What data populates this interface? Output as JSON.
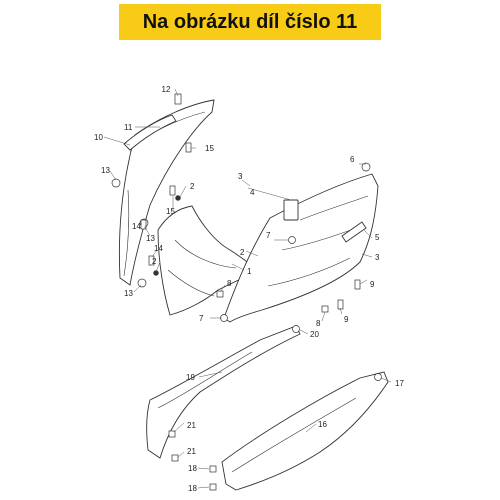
{
  "banner": {
    "text": "Na obrázku díl číslo 11",
    "background_color": "#f7cb16",
    "text_color": "#111111"
  },
  "diagram": {
    "callouts": {
      "c1": "1",
      "c2a": "2",
      "c2b": "2",
      "c3a": "3",
      "c3b": "3",
      "c4": "4",
      "c5": "5",
      "c6": "6",
      "c7a": "7",
      "c7b": "7",
      "c8a": "8",
      "c8b": "8",
      "c9a": "9",
      "c9b": "9",
      "c10": "10",
      "c11": "11",
      "c12": "12",
      "c13a": "13",
      "c13b": "13",
      "c13c": "13",
      "c14a": "14",
      "c14b": "14",
      "c15a": "15",
      "c15b": "15",
      "c16": "16",
      "c17": "17",
      "c18a": "18",
      "c18b": "18",
      "c19": "19",
      "c20": "20",
      "c21a": "21",
      "c21b": "21"
    }
  }
}
